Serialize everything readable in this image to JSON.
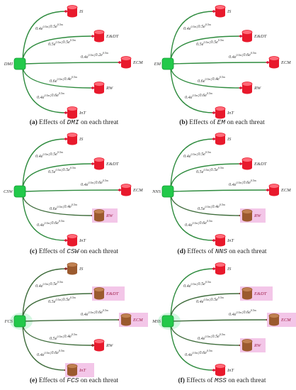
{
  "colors": {
    "line_green": "#2e8b3e",
    "line_darkgreen": "#3d6b3a",
    "arrow_red": "#d81b3a",
    "hub_green": "#22c94a",
    "cyl_red": "#e8192c",
    "cyl_brown": "#9b5a2e",
    "highlight_pink": "#f3c6e8",
    "glow_green": "#c8f5d8"
  },
  "targets": [
    "IS",
    "E&DT",
    "ECM",
    "RW",
    "InT"
  ],
  "panels": [
    {
      "caption_label": "(a)",
      "caption_prefix": "Effects of",
      "caption_var": "DMI",
      "caption_suffix": "on each threat",
      "hub": "DMI",
      "glow": false,
      "edges": [
        {
          "label": "0.4e^{0.5m};0.5e^{0.5m}",
          "style": "red",
          "highlight": false,
          "cylinder": "red"
        },
        {
          "label": "0.5e^{0.5m};0.5e^{0.5m}",
          "style": "red",
          "highlight": false,
          "cylinder": "red"
        },
        {
          "label": "0.4e^{0.5m};0.2e^{0.5m}",
          "style": "red",
          "highlight": false,
          "cylinder": "red"
        },
        {
          "label": "0.6e^{0.5m};0.4e^{0.5m}",
          "style": "red",
          "highlight": false,
          "cylinder": "red"
        },
        {
          "label": "0.4e^{0.5m};0.6e^{0.5m}",
          "style": "red",
          "highlight": false,
          "cylinder": "red"
        }
      ]
    },
    {
      "caption_label": "(b)",
      "caption_prefix": "Effects of",
      "caption_var": "EM",
      "caption_suffix": "on each threat",
      "hub": "EM",
      "glow": false,
      "edges": [
        {
          "label": "0.4e^{0.5m};0.5e^{0.5m}",
          "style": "red",
          "highlight": false,
          "cylinder": "red"
        },
        {
          "label": "0.5e^{0.5m};0.5e^{0.5m}",
          "style": "red",
          "highlight": false,
          "cylinder": "red"
        },
        {
          "label": "0.4e^{0.5m};0.6e^{0.5m}",
          "style": "red",
          "highlight": false,
          "cylinder": "red"
        },
        {
          "label": "0.6e^{0.5m};0.4e^{0.5m}",
          "style": "red",
          "highlight": false,
          "cylinder": "red"
        },
        {
          "label": "0.4e^{0.5m};0.6e^{0.5m}",
          "style": "red",
          "highlight": false,
          "cylinder": "red"
        }
      ]
    },
    {
      "caption_label": "(c)",
      "caption_prefix": "Effects of",
      "caption_var": "CSW",
      "caption_suffix": "on each threat",
      "hub": "CSW",
      "glow": false,
      "edges": [
        {
          "label": "0.4e^{0.5m};0.5e^{0.5m}",
          "style": "red",
          "highlight": false,
          "cylinder": "red"
        },
        {
          "label": "0.5e^{0.5m};0.5e^{0.5m}",
          "style": "red",
          "highlight": false,
          "cylinder": "red"
        },
        {
          "label": "0.4e^{0.5m};0.6e^{0.5m}",
          "style": "red",
          "highlight": false,
          "cylinder": "red"
        },
        {
          "label": "0.6e^{0.5m};0.4e^{0.5m}",
          "style": "dark",
          "highlight": true,
          "cylinder": "brown"
        },
        {
          "label": "0.4e^{0.5m};0.6e^{0.5m}",
          "style": "red",
          "highlight": false,
          "cylinder": "red"
        }
      ]
    },
    {
      "caption_label": "(d)",
      "caption_prefix": "Effects of",
      "caption_var": "NNS",
      "caption_suffix": "on each threat",
      "hub": "NNS",
      "glow": false,
      "edges": [
        {
          "label": "0.4e^{0.5m};0.5e^{0.5m}",
          "style": "red",
          "highlight": false,
          "cylinder": "red"
        },
        {
          "label": "0.5e^{0.5m};0.5e^{0.5m}",
          "style": "red",
          "highlight": false,
          "cylinder": "red"
        },
        {
          "label": "0.4e^{0.5m};0.6e^{0.5m}",
          "style": "red",
          "highlight": false,
          "cylinder": "red"
        },
        {
          "label": "0.5e^{0.5m};0.4e^{0.5m}",
          "style": "dark",
          "highlight": true,
          "cylinder": "brown"
        },
        {
          "label": "0.4e^{0.5m};0.6e^{0.5m}",
          "style": "red",
          "highlight": false,
          "cylinder": "red"
        }
      ]
    },
    {
      "caption_label": "(e)",
      "caption_prefix": "Effects of",
      "caption_var": "FCS",
      "caption_suffix": "on each threat",
      "hub": "FCS",
      "glow": true,
      "edges": [
        {
          "label": "0.4e^{0.5m};0.5e^{0.5m}",
          "style": "dark",
          "highlight": false,
          "cylinder": "brown"
        },
        {
          "label": "0.5e^{0.5m};0.5e^{0.5m}",
          "style": "dark",
          "highlight": true,
          "cylinder": "brown"
        },
        {
          "label": "0.4e^{0.5m};0.6e^{0.5m}",
          "style": "dark",
          "highlight": true,
          "cylinder": "brown"
        },
        {
          "label": "0.5e^{0.5m};0.4e^{0.5m}",
          "style": "dark",
          "highlight": false,
          "cylinder": "red"
        },
        {
          "label": "0.4e^{0.5m};0.6e^{0.5m}",
          "style": "dark",
          "highlight": true,
          "cylinder": "brown"
        }
      ]
    },
    {
      "caption_label": "(f)",
      "caption_prefix": "Effects of",
      "caption_var": "MSS",
      "caption_suffix": "on each threat",
      "hub": "MSS",
      "glow": true,
      "edges": [
        {
          "label": "0.4e^{0.5m};0.5e^{0.5m}",
          "style": "red",
          "highlight": false,
          "cylinder": "red"
        },
        {
          "label": "0.4e^{0.5m};0.5e^{0.5m}",
          "style": "dark",
          "highlight": true,
          "cylinder": "brown"
        },
        {
          "label": "0.4e^{0.5m};0.6e^{0.5m}",
          "style": "dark",
          "highlight": true,
          "cylinder": "brown"
        },
        {
          "label": "0.4e^{0.5m};0.5e^{0.5m}",
          "style": "dark",
          "highlight": true,
          "cylinder": "brown"
        },
        {
          "label": "0.4e^{0.5m};0.6e^{0.5m}",
          "style": "red",
          "highlight": false,
          "cylinder": "red"
        }
      ]
    }
  ]
}
